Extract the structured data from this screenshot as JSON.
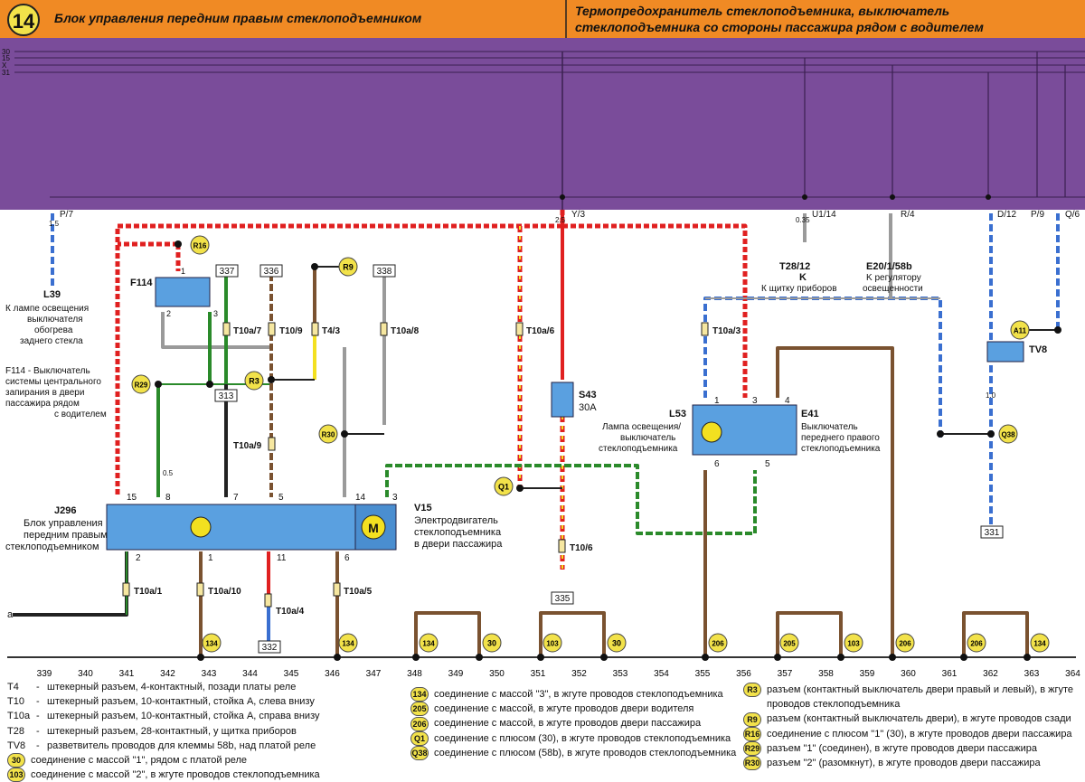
{
  "header": {
    "page_number": "14",
    "title_left": "Блок управления передним правым стеклоподъемником",
    "title_right_line1": "Термопредохранитель стеклоподъемника, выключатель",
    "title_right_line2": "стеклоподъемника со стороны пассажира рядом с водителем"
  },
  "bus": {
    "lines": [
      "30",
      "15",
      "X",
      "31"
    ],
    "taps": [
      "P/7",
      "Y/3",
      "U1/14",
      "R/4",
      "D/12",
      "P/9",
      "Q/6"
    ]
  },
  "components": {
    "J296": {
      "code": "J296",
      "desc": [
        "Блок управления",
        "передним правым",
        "стеклоподъемником"
      ]
    },
    "V15": {
      "code": "V15",
      "desc": [
        "Электродвигатель",
        "стеклоподъемника",
        "в двери пассажира"
      ],
      "symbol": "M"
    },
    "F114": {
      "code": "F114",
      "desc": [
        "F114 - Выключатель",
        "системы центрального",
        "запирания в двери",
        "пассажира рядом",
        "с водителем"
      ]
    },
    "S43": {
      "code": "S43",
      "rating": "30A"
    },
    "L53": {
      "code": "L53",
      "desc": [
        "Лампа освещения/",
        "выключатель",
        "стеклоподъемника"
      ]
    },
    "E41": {
      "code": "E41",
      "desc": [
        "Выключатель",
        "переднего правого",
        "стеклоподъемника"
      ]
    },
    "TV8": {
      "code": "TV8"
    },
    "L39": {
      "code": "L39",
      "desc": [
        "К лампе освещения",
        "выключателя",
        "обогрева",
        "заднего стекла"
      ]
    },
    "T28_12": {
      "code": "T28/12",
      "sub": "K",
      "desc": "К щитку приборов"
    },
    "E20": {
      "code": "E20/1/58b",
      "sub": "K регулятору",
      "desc": "освещенности"
    }
  },
  "connectors": [
    "T10a/7",
    "T10/9",
    "T4/3",
    "T10a/8",
    "T10a/9",
    "T10a/6",
    "T10a/3",
    "T10/6",
    "T10a/1",
    "T10a/10",
    "T10a/4",
    "T10a/5"
  ],
  "ref_boxes": [
    "337",
    "336",
    "338",
    "313",
    "335",
    "332",
    "331"
  ],
  "wire_gauges": [
    "1.5",
    "2.5",
    "0.5",
    "0.35",
    "1.0"
  ],
  "pins": {
    "j296_top": [
      "15",
      "8",
      "7",
      "5",
      "14",
      "3"
    ],
    "j296_bottom": [
      "2",
      "1",
      "11",
      "6"
    ],
    "f114": [
      "1",
      "2",
      "3"
    ],
    "l53_e41": [
      "1",
      "3",
      "4",
      "6",
      "5"
    ]
  },
  "badges": [
    "R16",
    "R9",
    "R29",
    "R3",
    "R30",
    "Q1",
    "A11",
    "Q38",
    "134",
    "30",
    "103",
    "206",
    "205"
  ],
  "signals": {
    "a": "a"
  },
  "scale": [
    "339",
    "340",
    "341",
    "342",
    "343",
    "344",
    "345",
    "346",
    "347",
    "348",
    "349",
    "350",
    "351",
    "352",
    "353",
    "354",
    "355",
    "356",
    "357",
    "358",
    "359",
    "360",
    "361",
    "362",
    "363",
    "364"
  ],
  "legend": {
    "left_defs": [
      {
        "code": "T4",
        "text": "штекерный разъем, 4-контактный, позади платы реле"
      },
      {
        "code": "T10",
        "text": "штекерный разъем, 10-контактный, стойка А, слева внизу"
      },
      {
        "code": "T10a",
        "text": "штекерный разъем, 10-контактный, стойка А, справа внизу"
      },
      {
        "code": "T28",
        "text": "штекерный разъем, 28-контактный, у щитка приборов"
      },
      {
        "code": "TV8",
        "text": "разветвитель проводов для клеммы 58b, над платой реле"
      }
    ],
    "left_badges": [
      {
        "badge": "30",
        "text": "соединение с массой \"1\", рядом с платой реле"
      },
      {
        "badge": "103",
        "text": "соединение с массой \"2\", в жгуте проводов стеклоподъемника"
      }
    ],
    "middle": [
      {
        "badge": "134",
        "text": "соединение с массой \"3\", в жгуте проводов стеклоподъемника"
      },
      {
        "badge": "205",
        "text": "соединение с массой, в жгуте проводов двери водителя"
      },
      {
        "badge": "206",
        "text": "соединение с массой, в жгуте проводов двери пассажира"
      },
      {
        "badge": "Q1",
        "text": "соединение с плюсом (30), в жгуте проводов стеклоподъемника"
      },
      {
        "badge": "Q38",
        "text": "соединение с плюсом (58b), в жгуте проводов стеклоподъемника"
      }
    ],
    "right": [
      {
        "badge": "R3",
        "text": "разъем (контактный выключатель двери правый и левый), в жгуте",
        "text2": "проводов стеклоподъемника"
      },
      {
        "badge": "R9",
        "text": "разъем (контактный выключатель двери), в жгуте проводов сзади"
      },
      {
        "badge": "R16",
        "text": "соединение с плюсом \"1\" (30), в жгуте проводов двери пассажира"
      },
      {
        "badge": "R29",
        "text": "разъем \"1\" (соединен), в жгуте проводов двери пассажира"
      },
      {
        "badge": "R30",
        "text": "разъем \"2\" (разомкнут), в жгуте проводов двери пассажира"
      }
    ]
  },
  "colors": {
    "header_orange": "#f08a24",
    "bus_purple": "#7a4c9a",
    "component_blue": "#5aa0e0",
    "badge_yellow": "#f2e24a"
  }
}
